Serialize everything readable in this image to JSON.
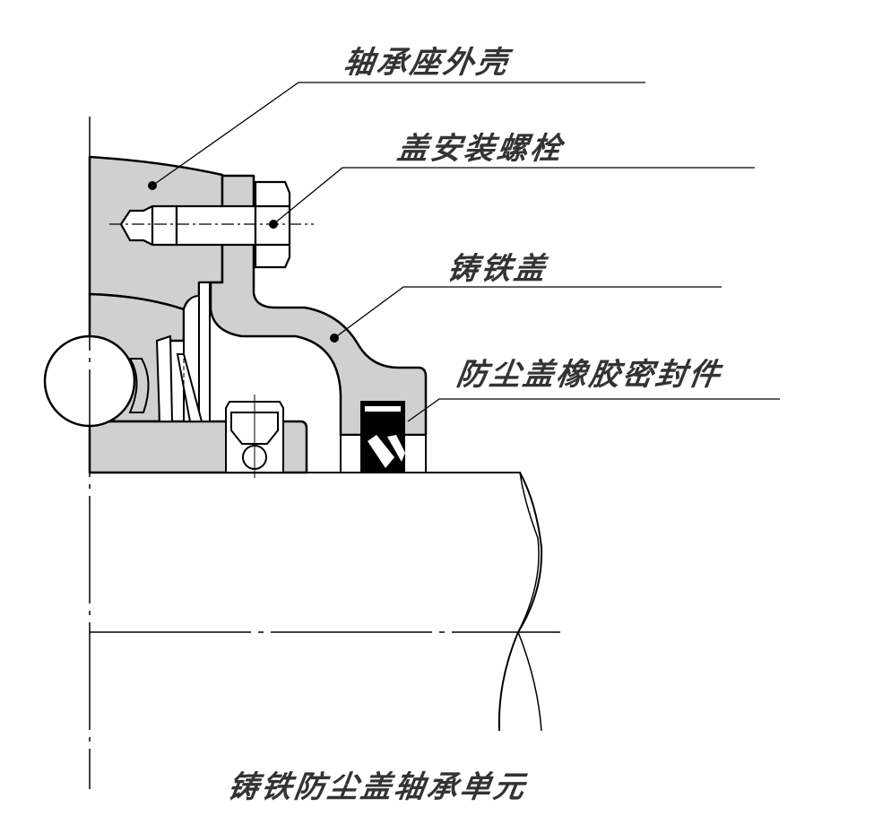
{
  "labels": {
    "housing": "轴承座外壳",
    "bolt": "盖安装螺栓",
    "cover": "铸铁盖",
    "seal": "防尘盖橡胶密封件"
  },
  "title": "铸铁防尘盖轴承单元",
  "colors": {
    "fill": "#d0d0d0",
    "line": "#000000",
    "text": "#333333"
  }
}
